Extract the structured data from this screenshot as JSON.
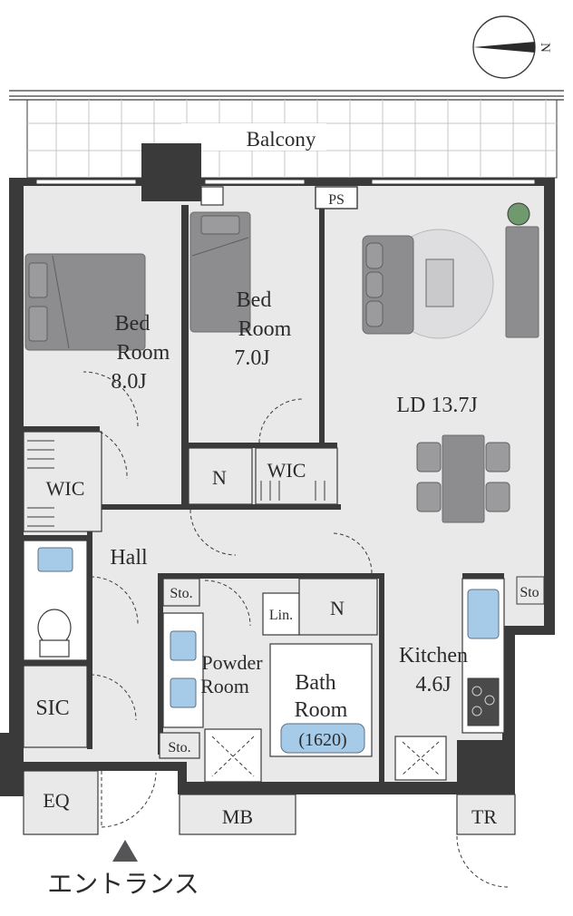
{
  "labels": {
    "balcony": "Balcony",
    "ps": "PS",
    "bed1_name": "Bed",
    "bed1_name2": "Room",
    "bed1_size": "8.0J",
    "bed2_name": "Bed",
    "bed2_name2": "Room",
    "bed2_size": "7.0J",
    "ld": "LD 13.7J",
    "wic1": "WIC",
    "wic2": "WIC",
    "n1": "N",
    "n2": "N",
    "hall": "Hall",
    "sto1": "Sto.",
    "sto2": "Sto.",
    "sto3": "Sto",
    "lin": "Lin.",
    "powder1": "Powder",
    "powder2": "Room",
    "bath1": "Bath",
    "bath2": "Room",
    "bath_size": "(1620)",
    "kitchen1": "Kitchen",
    "kitchen2": "4.6J",
    "sic": "SIC",
    "eq": "EQ",
    "mb": "MB",
    "tr": "TR",
    "entrance": "エントランス",
    "north": "N"
  },
  "icons": {
    "compass": "compass-icon",
    "entrance_arrow": "triangle-up-icon"
  },
  "colors": {
    "room_fill": "#e9e9ea",
    "wall": "#3a3a3a",
    "fixture_blue": "#a6cbe8"
  }
}
